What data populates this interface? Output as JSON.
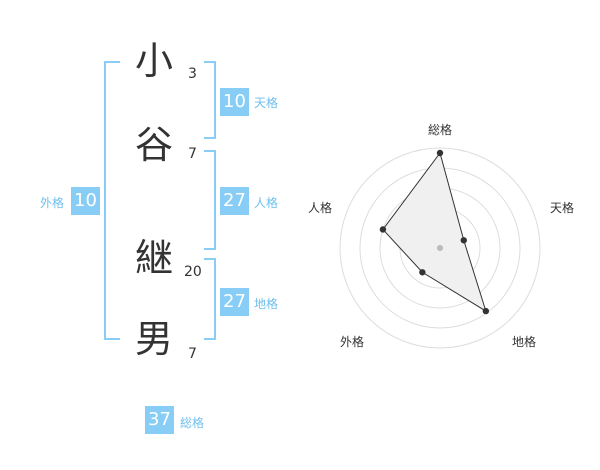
{
  "name": {
    "chars": [
      {
        "char": "小",
        "strokes": "3"
      },
      {
        "char": "谷",
        "strokes": "7"
      },
      {
        "char": "継",
        "strokes": "20"
      },
      {
        "char": "男",
        "strokes": "7"
      }
    ]
  },
  "fortunes": {
    "tenkaku": {
      "value": "10",
      "label": "天格"
    },
    "jinkaku": {
      "value": "27",
      "label": "人格"
    },
    "chikaku": {
      "value": "27",
      "label": "地格"
    },
    "gaikaku": {
      "value": "10",
      "label": "外格"
    },
    "soukaku": {
      "value": "37",
      "label": "総格"
    }
  },
  "chart_data": {
    "type": "radar",
    "axes": [
      "総格",
      "天格",
      "地格",
      "外格",
      "人格"
    ],
    "values": [
      0.95,
      0.25,
      0.78,
      0.3,
      0.6
    ],
    "rmax": 1,
    "rings": 5,
    "colors": {
      "fill": "#f0f0f0",
      "stroke": "#333333",
      "grid": "#dddddd",
      "center": "#bbbbbb"
    }
  }
}
